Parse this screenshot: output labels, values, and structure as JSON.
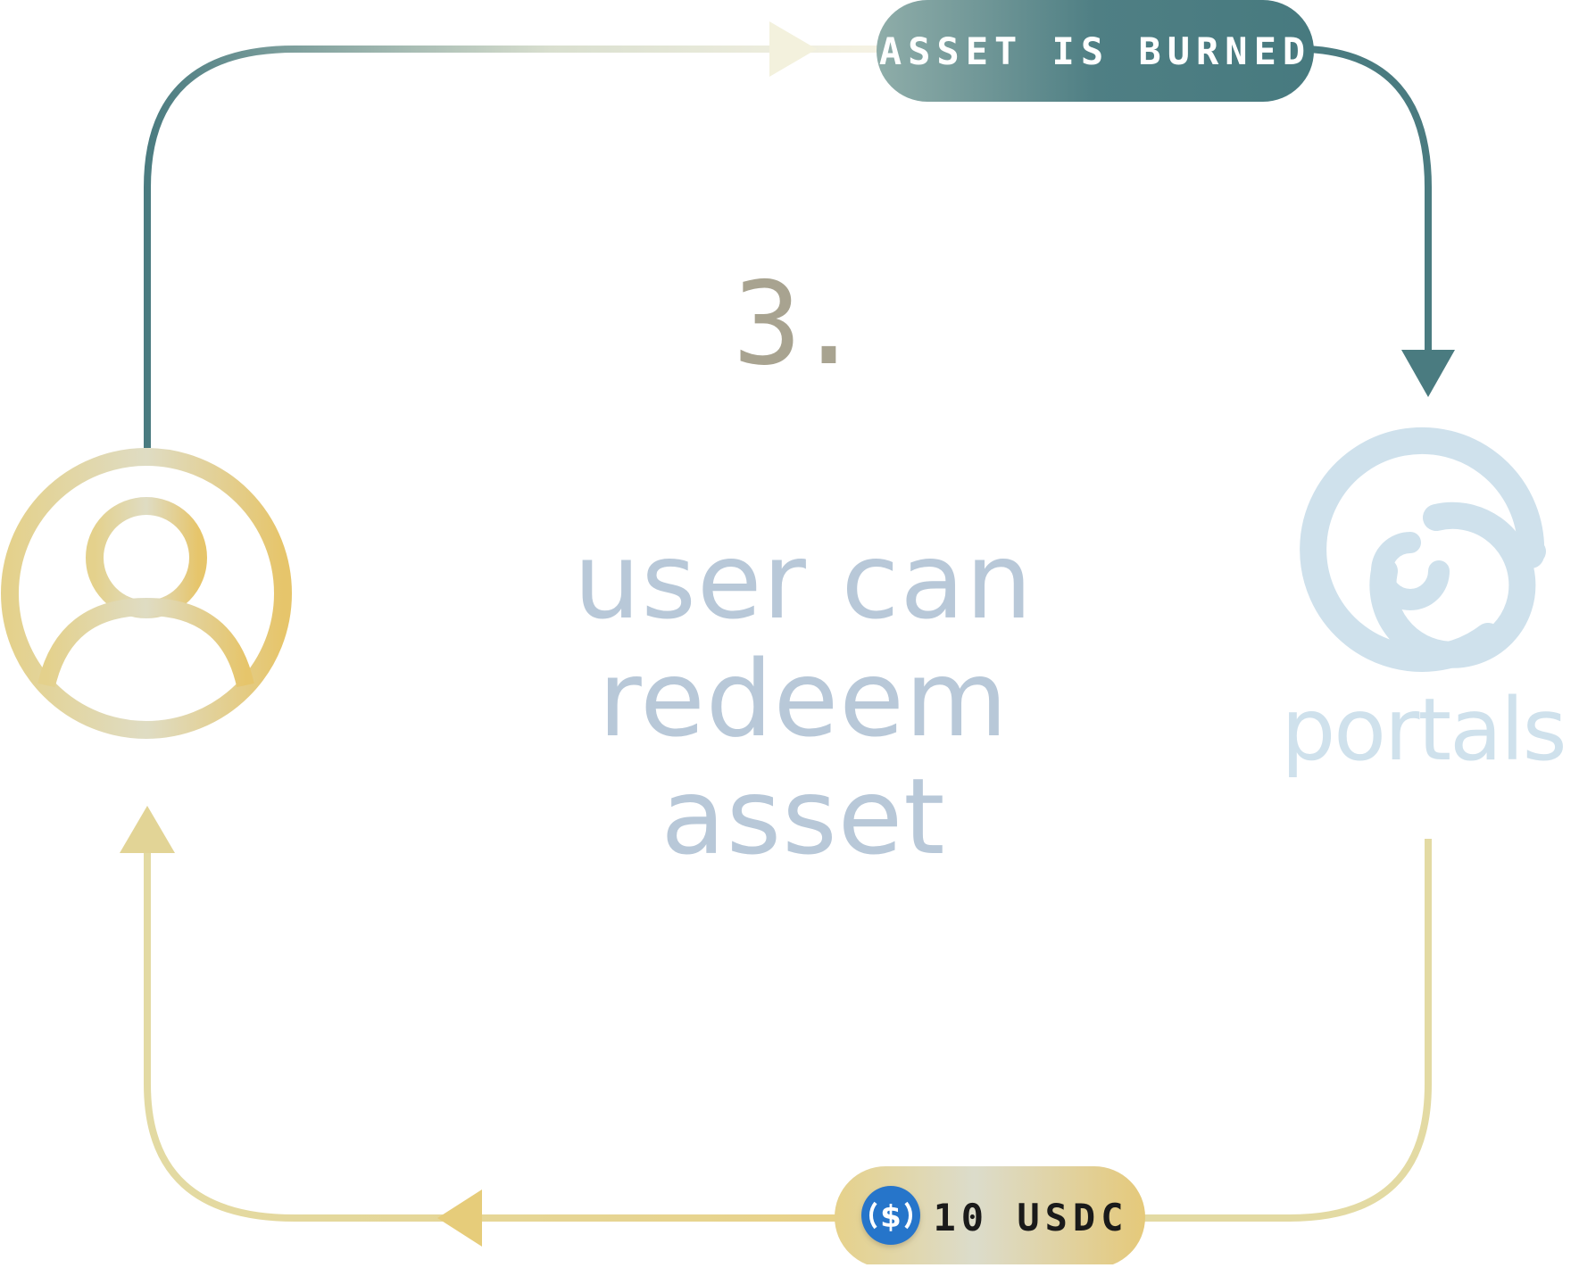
{
  "step": {
    "number": "3."
  },
  "caption": {
    "lines": [
      "user can",
      "redeem",
      "asset"
    ]
  },
  "top_flow": {
    "label": "ASSET IS BURNED"
  },
  "bottom_flow": {
    "label": "10 USDC",
    "token_icon": "usdc-coin-icon"
  },
  "brand": {
    "name": "portals",
    "logo_icon": "spiral-logo-icon"
  },
  "user": {
    "icon": "user-avatar-icon"
  },
  "colors": {
    "teal": "#4a7b80",
    "gold": "#e3c976",
    "pale_gold": "#e5dba2",
    "light_blue": "#cfe1ec",
    "caption_blue": "#b8c8d8",
    "step_gray": "#a8a390",
    "usdc_blue": "#2775ca"
  }
}
